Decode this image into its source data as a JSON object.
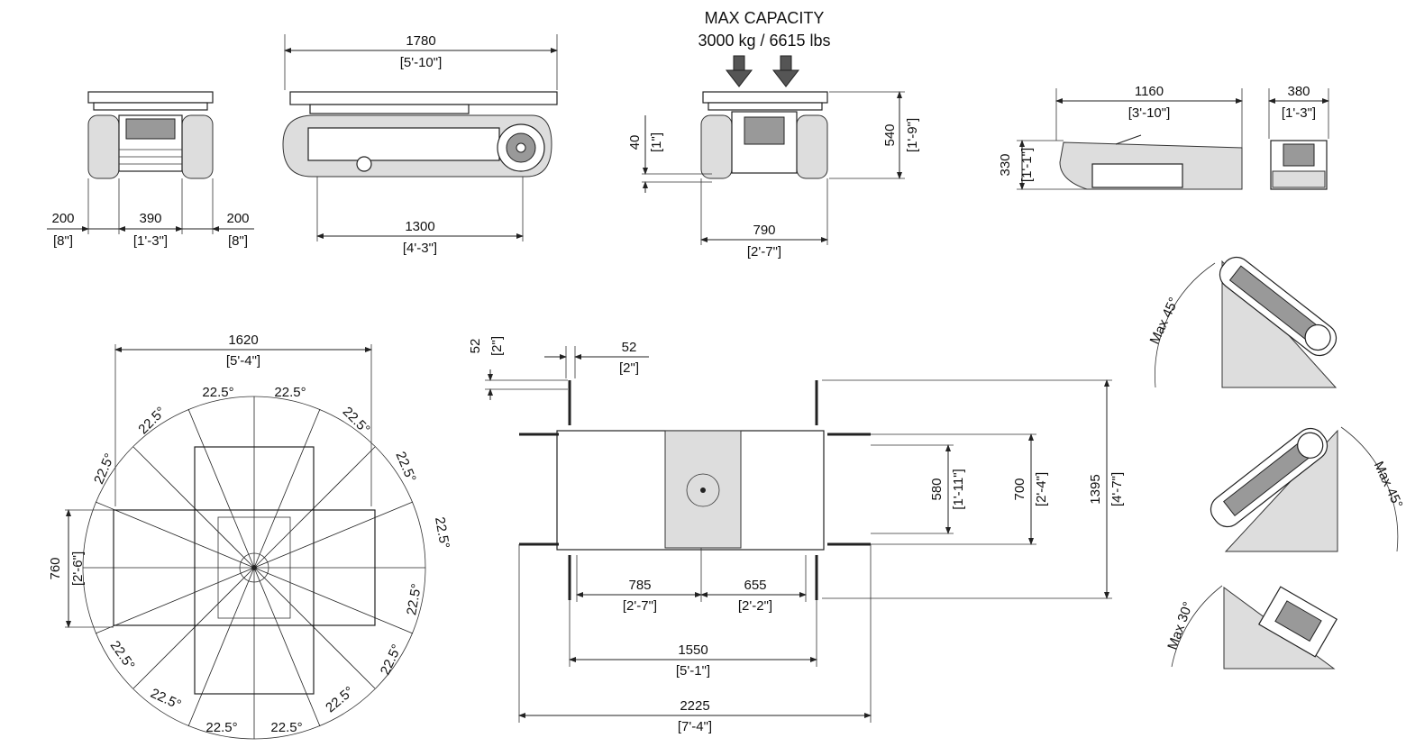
{
  "capacity": {
    "line1": "MAX CAPACITY",
    "line2": "3000 kg / 6615 lbs"
  },
  "front_view": {
    "left": {
      "mm": "200",
      "in": "[8\"]"
    },
    "center": {
      "mm": "390",
      "in": "[1'-3\"]"
    },
    "right": {
      "mm": "200",
      "in": "[8\"]"
    }
  },
  "side_view": {
    "overall": {
      "mm": "1780",
      "in": "[5'-10\"]"
    },
    "track": {
      "mm": "1300",
      "in": "[4'-3\"]"
    }
  },
  "rear_view": {
    "clearance": {
      "mm": "40",
      "in": "[1\"]"
    },
    "height": {
      "mm": "540",
      "in": "[1'-9\"]"
    },
    "width": {
      "mm": "790",
      "in": "[2'-7\"]"
    }
  },
  "folded_view": {
    "length": {
      "mm": "1160",
      "in": "[3'-10\"]"
    },
    "height": {
      "mm": "330",
      "in": "[1'-1\"]"
    },
    "width": {
      "mm": "380",
      "in": "[1'-3\"]"
    }
  },
  "rotation_view": {
    "diameter": {
      "mm": "1620",
      "in": "[5'-4\"]"
    },
    "width": {
      "mm": "760",
      "in": "[2'-6\"]"
    },
    "angle": "22.5°"
  },
  "plan_view": {
    "pad": {
      "mm": "52",
      "in": "[2\"]"
    },
    "pad_v": {
      "mm": "52",
      "in": "[2\"]"
    },
    "inner": {
      "mm": "580",
      "in": "[1'-11\"]"
    },
    "mid": {
      "mm": "700",
      "in": "[2'-4\"]"
    },
    "outer": {
      "mm": "1395",
      "in": "[4'-7\"]"
    },
    "left_seg": {
      "mm": "785",
      "in": "[2'-7\"]"
    },
    "right_seg": {
      "mm": "655",
      "in": "[2'-2\"]"
    },
    "inner_len": {
      "mm": "1550",
      "in": "[5'-1\"]"
    },
    "outer_len": {
      "mm": "2225",
      "in": "[7'-4\"]"
    }
  },
  "slope": {
    "max45": "Max 45°",
    "max30": "Max 30°"
  }
}
